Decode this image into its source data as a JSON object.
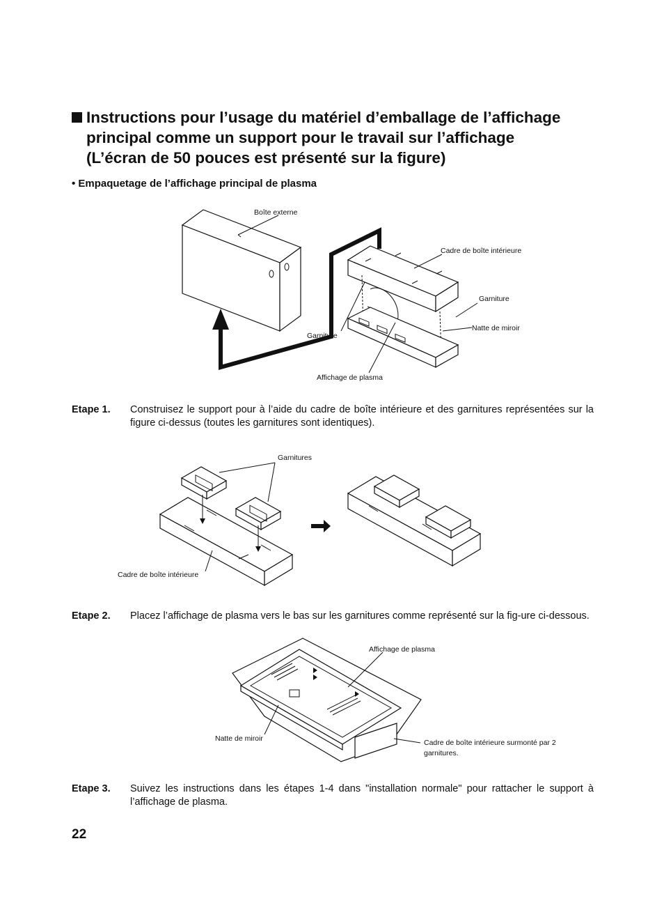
{
  "title": {
    "line1": "Instructions pour l’usage du matériel d’emballage de l’affichage",
    "line2": "principal comme un support pour le travail sur l’affichage",
    "line3": "(L’écran de 50 pouces est présenté sur la figure)"
  },
  "subtitle": "• Empaquetage de l’affichage principal de plasma",
  "figure1": {
    "boite_externe": "Boîte externe",
    "cadre": "Cadre de boîte intérieure",
    "garniture_right": "Garniture",
    "natte": "Natte de miroir",
    "garniture_left": "Garniture",
    "affichage": "Affichage de plasma"
  },
  "step1": {
    "label": "Etape 1.",
    "text": "Construisez le support pour à l’aide du cadre de boîte intérieure et des garnitures représentées sur la figure ci-dessus (toutes les garnitures sont identiques)."
  },
  "figure2": {
    "garnitures": "Garnitures",
    "cadre": "Cadre de boîte intérieure"
  },
  "step2": {
    "label": "Etape 2.",
    "text": "Placez l’affichage de plasma vers le bas sur les garnitures comme représenté sur la fig-ure ci-dessous."
  },
  "figure3": {
    "affichage": "Affichage de plasma",
    "natte": "Natte de miroir",
    "cadre_line1": "Cadre de boîte intérieure surmonté par 2",
    "cadre_line2": "garnitures."
  },
  "step3": {
    "label": "Etape 3.",
    "text": "Suivez les instructions dans les étapes 1-4 dans \"installation normale\" pour rattacher le support à l’affichage de plasma."
  },
  "page_number": "22"
}
